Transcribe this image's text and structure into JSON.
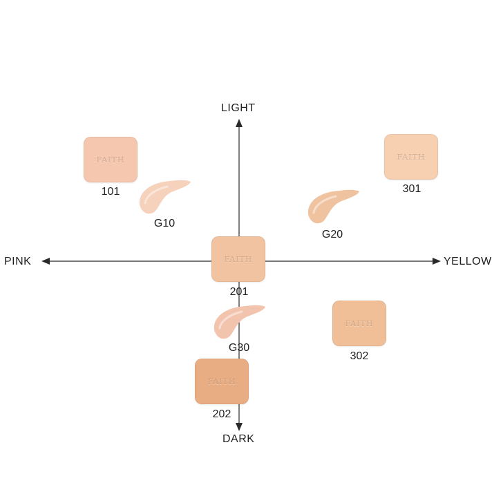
{
  "axes": {
    "top": "LIGHT",
    "bottom": "DARK",
    "left": "PINK",
    "right": "YELLOW"
  },
  "compact_brand": "FAITH",
  "compacts": {
    "c101": {
      "label": "101",
      "color": "#f4c7ae"
    },
    "c301": {
      "label": "301",
      "color": "#f7cfb1"
    },
    "c201": {
      "label": "201",
      "color": "#f1c3a0"
    },
    "c302": {
      "label": "302",
      "color": "#f0bf98"
    },
    "c202": {
      "label": "202",
      "color": "#e9ad84"
    }
  },
  "swatches": {
    "g10": {
      "label": "G10",
      "color": "#f6d1bb"
    },
    "g20": {
      "label": "G20",
      "color": "#efc3a0"
    },
    "g30": {
      "label": "G30",
      "color": "#f3c4ad"
    }
  },
  "colors": {
    "axis": "#2a2a2a"
  }
}
